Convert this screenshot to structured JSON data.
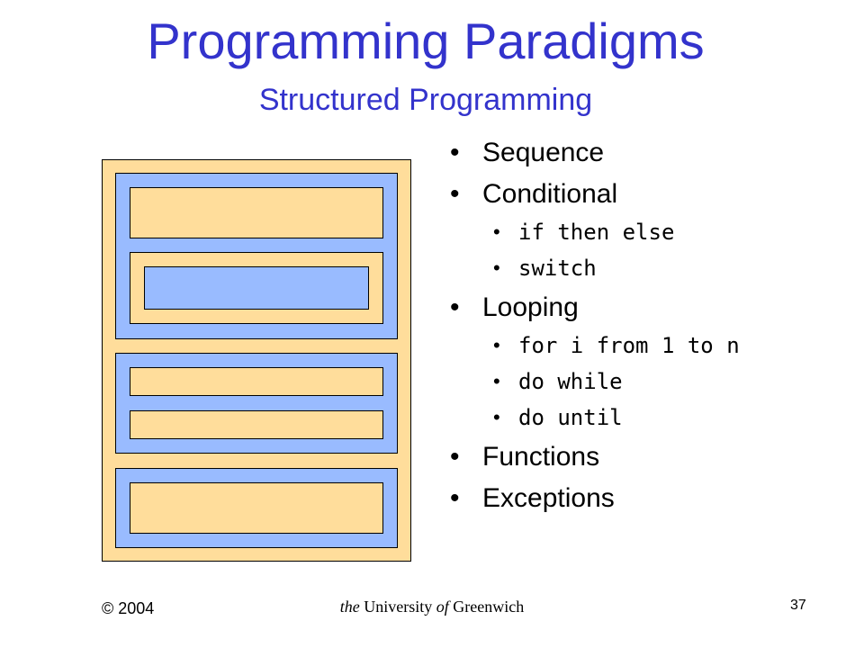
{
  "slide": {
    "title": "Programming Paradigms",
    "subtitle": "Structured Programming"
  },
  "bullets": [
    {
      "label": "Sequence",
      "sub": []
    },
    {
      "label": "Conditional",
      "sub": [
        "if then else",
        "switch"
      ]
    },
    {
      "label": "Looping",
      "sub": [
        "for i from 1 to n",
        "do while",
        "do until"
      ]
    },
    {
      "label": "Functions",
      "sub": []
    },
    {
      "label": "Exceptions",
      "sub": []
    }
  ],
  "footer": {
    "copyright": "© 2004",
    "org_the": "the",
    "org_university": "University",
    "org_of": "of",
    "org_name": "Greenwich",
    "page_number": "37"
  },
  "colors": {
    "title": "#3333cc",
    "block_tan": "#ffdd9b",
    "block_blue": "#99bbff"
  }
}
